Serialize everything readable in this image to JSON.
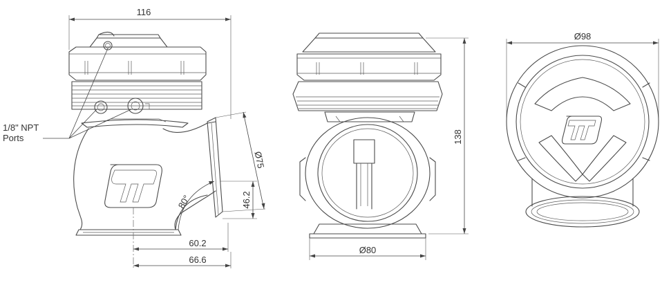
{
  "dimensions": {
    "overall_width": "116",
    "flange_offset_a": "60.2",
    "flange_offset_b": "66.6",
    "outlet_height": "46.2",
    "outlet_angle": "80°",
    "outlet_diameter": "Ø75",
    "inlet_diameter": "Ø80",
    "overall_height": "138",
    "top_diameter": "Ø98"
  },
  "callouts": {
    "ports_line1": "1/8\" NPT",
    "ports_line2": "Ports"
  }
}
